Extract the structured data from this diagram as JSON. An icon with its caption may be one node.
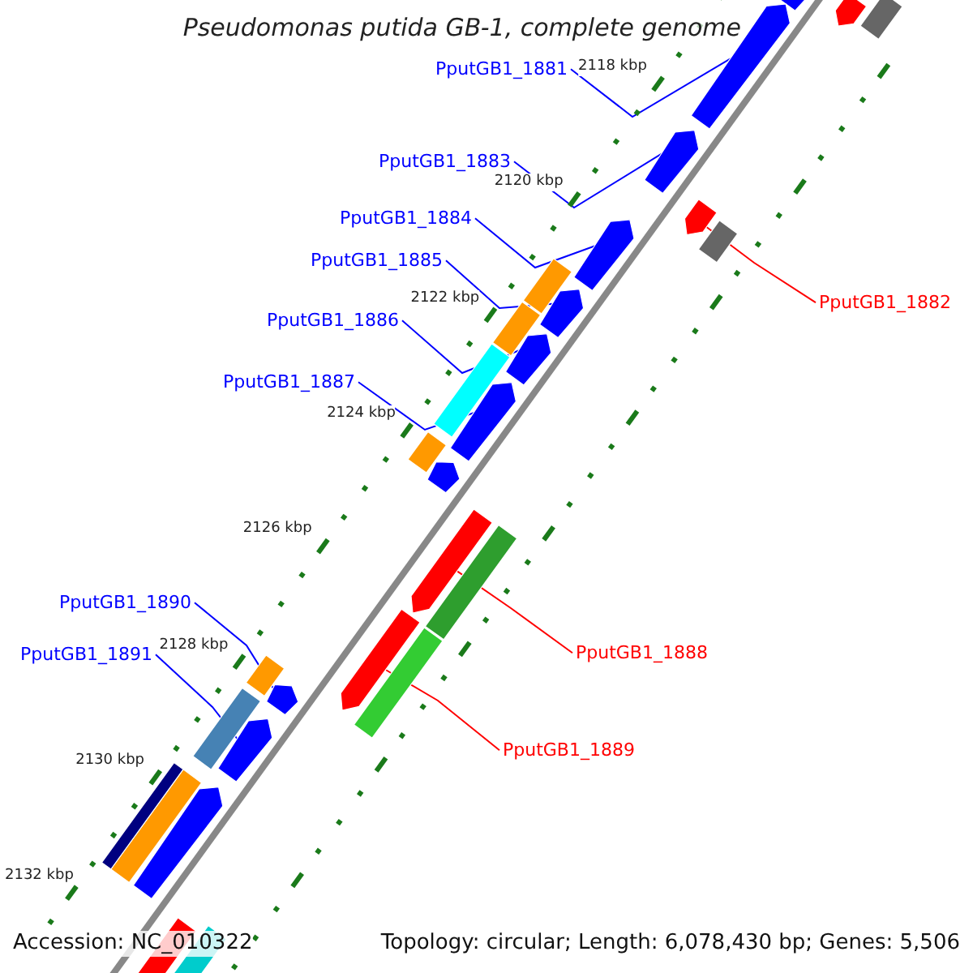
{
  "diagram": {
    "title": "Pseudomonas putida GB-1, complete genome",
    "nodes": [
      {
        "text": [
          "PputGB1_1881"
        ]
      },
      {
        "text": [
          "PputGB1_1883"
        ]
      },
      {
        "text": [
          "PputGB1_1884"
        ]
      },
      {
        "text": [
          "PputGB1_1885"
        ]
      },
      {
        "text": [
          "PputGB1_1882"
        ]
      },
      {
        "text": [
          "PputGB1_1886"
        ]
      },
      {
        "text": [
          "PputGB1_1887"
        ]
      },
      {
        "text": [
          "PputGB1_1890"
        ]
      },
      {
        "text": [
          "PputGB1_1888"
        ]
      },
      {
        "text": [
          "PputGB1_1891"
        ]
      },
      {
        "text": [
          "PputGB1_1889"
        ]
      },
      {
        "text": [],
        "shape": "bar"
      },
      {
        "text": [],
        "shape": "bar"
      },
      {
        "text": [],
        "shape": "bar"
      },
      {
        "text": [],
        "shape": "bar"
      },
      {
        "text": [],
        "shape": "bar"
      },
      {
        "text": [],
        "shape": "bar"
      },
      {
        "text": [],
        "shape": "bar"
      },
      {
        "text": [],
        "shape": "bar"
      },
      {
        "text": [],
        "shape": "bar"
      },
      {
        "text": [],
        "shape": "bar"
      },
      {
        "text": [],
        "shape": "bar"
      }
    ],
    "edges": [
      {
        "from": 0,
        "to": 11,
        "arrow": "none"
      },
      {
        "from": 1,
        "to": 12,
        "arrow": "none"
      },
      {
        "from": 2,
        "to": 13,
        "arrow": "none"
      },
      {
        "from": 3,
        "to": 14,
        "arrow": "none"
      },
      {
        "from": 4,
        "to": 15,
        "arrow": "none",
        "color": "#ff0000"
      },
      {
        "from": 5,
        "to": 16,
        "arrow": "none"
      },
      {
        "from": 6,
        "to": 17,
        "arrow": "none"
      },
      {
        "from": 7,
        "to": 18,
        "arrow": "none"
      },
      {
        "from": 8,
        "to": 19,
        "arrow": "none",
        "color": "#ff0000"
      },
      {
        "from": 9,
        "to": 20,
        "arrow": "none"
      },
      {
        "from": 10,
        "to": 21,
        "arrow": "none",
        "color": "#ff0000"
      }
    ],
    "labels": [
      "2118 kbp",
      "2120 kbp",
      "2122 kbp",
      "2124 kbp",
      "2126 kbp",
      "2128 kbp",
      "2130 kbp",
      "2132 kbp",
      "Accession: NC_010322",
      "Topology: circular; Length: 6,078,430 bp; Genes: 5,506"
    ]
  }
}
